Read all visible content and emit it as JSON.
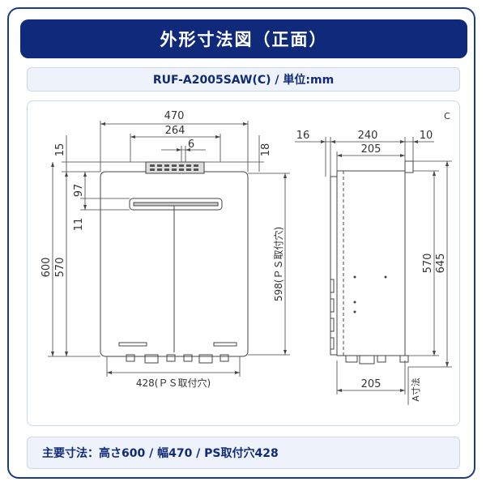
{
  "title": "外形寸法図（正面）",
  "model": "RUF-A2005SAW(C) / 単位:mm",
  "summary": "主要寸法：高さ600 / 幅470 / PS取付穴428",
  "front_view": {
    "dim_width": "470",
    "dim_inner": "264",
    "dim_small": "6",
    "dim_top_left": "15",
    "dim_top_right": "18",
    "dim_97": "97",
    "dim_11": "11",
    "dim_height": "600",
    "dim_body": "570",
    "dim_ps_vertical": "598(ＰＳ取付穴)",
    "dim_ps_horizontal": "428(ＰＳ取付穴)"
  },
  "side_view": {
    "dim_16": "16",
    "dim_240": "240",
    "dim_10": "10",
    "dim_205_top": "205",
    "dim_570": "570",
    "dim_645": "645",
    "dim_205_bottom": "205",
    "dim_a": "A寸法",
    "corner_mark": "C"
  }
}
